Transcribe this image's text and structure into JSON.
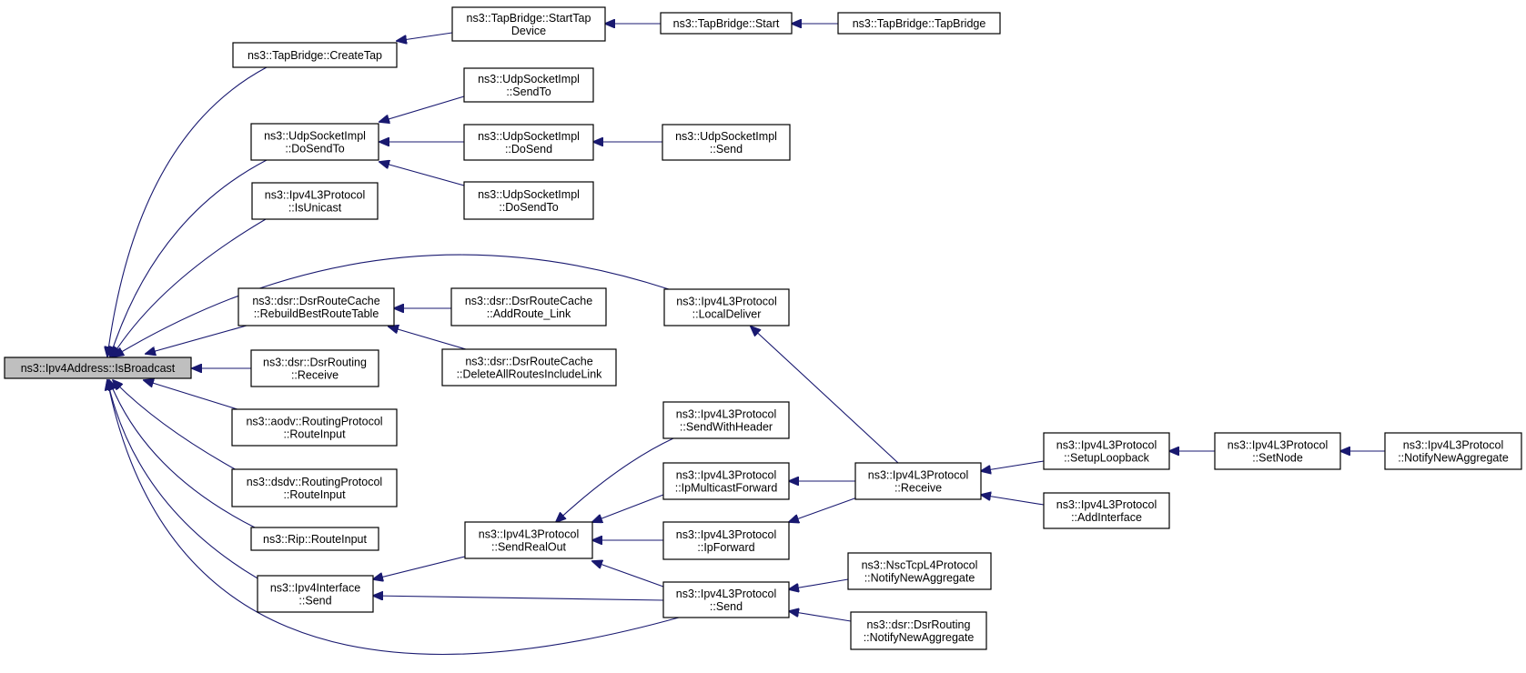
{
  "nodes": [
    {
      "id": "isbroadcast",
      "lines": [
        "ns3::Ipv4Address::IsBroadcast"
      ],
      "root": true
    },
    {
      "id": "createtap",
      "lines": [
        "ns3::TapBridge::CreateTap"
      ]
    },
    {
      "id": "starttap",
      "lines": [
        "ns3::TapBridge::StartTap",
        "Device"
      ]
    },
    {
      "id": "tbstart",
      "lines": [
        "ns3::TapBridge::Start"
      ]
    },
    {
      "id": "tapbridge",
      "lines": [
        "ns3::TapBridge::TapBridge"
      ]
    },
    {
      "id": "udpdosendto",
      "lines": [
        "ns3::UdpSocketImpl",
        "::DoSendTo"
      ]
    },
    {
      "id": "udpsendto",
      "lines": [
        "ns3::UdpSocketImpl",
        "::SendTo"
      ]
    },
    {
      "id": "udpdosend",
      "lines": [
        "ns3::UdpSocketImpl",
        "::DoSend"
      ]
    },
    {
      "id": "udpsend",
      "lines": [
        "ns3::UdpSocketImpl",
        "::Send"
      ]
    },
    {
      "id": "udpdosendto2",
      "lines": [
        "ns3::UdpSocketImpl",
        "::DoSendTo"
      ]
    },
    {
      "id": "isunicast",
      "lines": [
        "ns3::Ipv4L3Protocol",
        "::IsUnicast"
      ]
    },
    {
      "id": "rebuild",
      "lines": [
        "ns3::dsr::DsrRouteCache",
        "::RebuildBestRouteTable"
      ]
    },
    {
      "id": "addroutelink",
      "lines": [
        "ns3::dsr::DsrRouteCache",
        "::AddRoute_Link"
      ]
    },
    {
      "id": "deleteall",
      "lines": [
        "ns3::dsr::DsrRouteCache",
        "::DeleteAllRoutesIncludeLink"
      ]
    },
    {
      "id": "localdeliver",
      "lines": [
        "ns3::Ipv4L3Protocol",
        "::LocalDeliver"
      ]
    },
    {
      "id": "dsrreceive",
      "lines": [
        "ns3::dsr::DsrRouting",
        "::Receive"
      ]
    },
    {
      "id": "aodv",
      "lines": [
        "ns3::aodv::RoutingProtocol",
        "::RouteInput"
      ]
    },
    {
      "id": "dsdv",
      "lines": [
        "ns3::dsdv::RoutingProtocol",
        "::RouteInput"
      ]
    },
    {
      "id": "rip",
      "lines": [
        "ns3::Rip::RouteInput"
      ]
    },
    {
      "id": "ifsend",
      "lines": [
        "ns3::Ipv4Interface",
        "::Send"
      ]
    },
    {
      "id": "sendrealout",
      "lines": [
        "ns3::Ipv4L3Protocol",
        "::SendRealOut"
      ]
    },
    {
      "id": "sendwithheader",
      "lines": [
        "ns3::Ipv4L3Protocol",
        "::SendWithHeader"
      ]
    },
    {
      "id": "ipmulticast",
      "lines": [
        "ns3::Ipv4L3Protocol",
        "::IpMulticastForward"
      ]
    },
    {
      "id": "ipforward",
      "lines": [
        "ns3::Ipv4L3Protocol",
        "::IpForward"
      ]
    },
    {
      "id": "l3send",
      "lines": [
        "ns3::Ipv4L3Protocol",
        "::Send"
      ]
    },
    {
      "id": "l3receive",
      "lines": [
        "ns3::Ipv4L3Protocol",
        "::Receive"
      ]
    },
    {
      "id": "setuploopback",
      "lines": [
        "ns3::Ipv4L3Protocol",
        "::SetupLoopback"
      ]
    },
    {
      "id": "addinterface",
      "lines": [
        "ns3::Ipv4L3Protocol",
        "::AddInterface"
      ]
    },
    {
      "id": "setnode",
      "lines": [
        "ns3::Ipv4L3Protocol",
        "::SetNode"
      ]
    },
    {
      "id": "notifyagg",
      "lines": [
        "ns3::Ipv4L3Protocol",
        "::NotifyNewAggregate"
      ]
    },
    {
      "id": "nsctcp",
      "lines": [
        "ns3::NscTcpL4Protocol",
        "::NotifyNewAggregate"
      ]
    },
    {
      "id": "dsrnotify",
      "lines": [
        "ns3::dsr::DsrRouting",
        "::NotifyNewAggregate"
      ]
    }
  ],
  "edges": [
    {
      "from": "createtap",
      "to": "isbroadcast"
    },
    {
      "from": "udpdosendto",
      "to": "isbroadcast"
    },
    {
      "from": "isunicast",
      "to": "isbroadcast"
    },
    {
      "from": "localdeliver",
      "to": "isbroadcast"
    },
    {
      "from": "rebuild",
      "to": "isbroadcast"
    },
    {
      "from": "dsrreceive",
      "to": "isbroadcast"
    },
    {
      "from": "aodv",
      "to": "isbroadcast"
    },
    {
      "from": "dsdv",
      "to": "isbroadcast"
    },
    {
      "from": "rip",
      "to": "isbroadcast"
    },
    {
      "from": "ifsend",
      "to": "isbroadcast"
    },
    {
      "from": "l3send",
      "to": "isbroadcast"
    },
    {
      "from": "starttap",
      "to": "createtap"
    },
    {
      "from": "tbstart",
      "to": "starttap"
    },
    {
      "from": "tapbridge",
      "to": "tbstart"
    },
    {
      "from": "udpsendto",
      "to": "udpdosendto"
    },
    {
      "from": "udpdosend",
      "to": "udpdosendto"
    },
    {
      "from": "udpdosendto2",
      "to": "udpdosendto"
    },
    {
      "from": "udpsend",
      "to": "udpdosend"
    },
    {
      "from": "addroutelink",
      "to": "rebuild"
    },
    {
      "from": "deleteall",
      "to": "rebuild"
    },
    {
      "from": "l3receive",
      "to": "localdeliver"
    },
    {
      "from": "sendrealout",
      "to": "ifsend"
    },
    {
      "from": "l3send",
      "to": "ifsend"
    },
    {
      "from": "sendwithheader",
      "to": "sendrealout"
    },
    {
      "from": "ipmulticast",
      "to": "sendrealout"
    },
    {
      "from": "ipforward",
      "to": "sendrealout"
    },
    {
      "from": "l3send",
      "to": "sendrealout"
    },
    {
      "from": "l3receive",
      "to": "ipmulticast"
    },
    {
      "from": "l3receive",
      "to": "ipforward"
    },
    {
      "from": "setuploopback",
      "to": "l3receive"
    },
    {
      "from": "addinterface",
      "to": "l3receive"
    },
    {
      "from": "setnode",
      "to": "setuploopback"
    },
    {
      "from": "notifyagg",
      "to": "setnode"
    },
    {
      "from": "nsctcp",
      "to": "l3send"
    },
    {
      "from": "dsrnotify",
      "to": "l3send"
    }
  ],
  "colors": {
    "edge": "#191970",
    "root_fill": "#bfbfbf",
    "node_fill": "#ffffff"
  }
}
